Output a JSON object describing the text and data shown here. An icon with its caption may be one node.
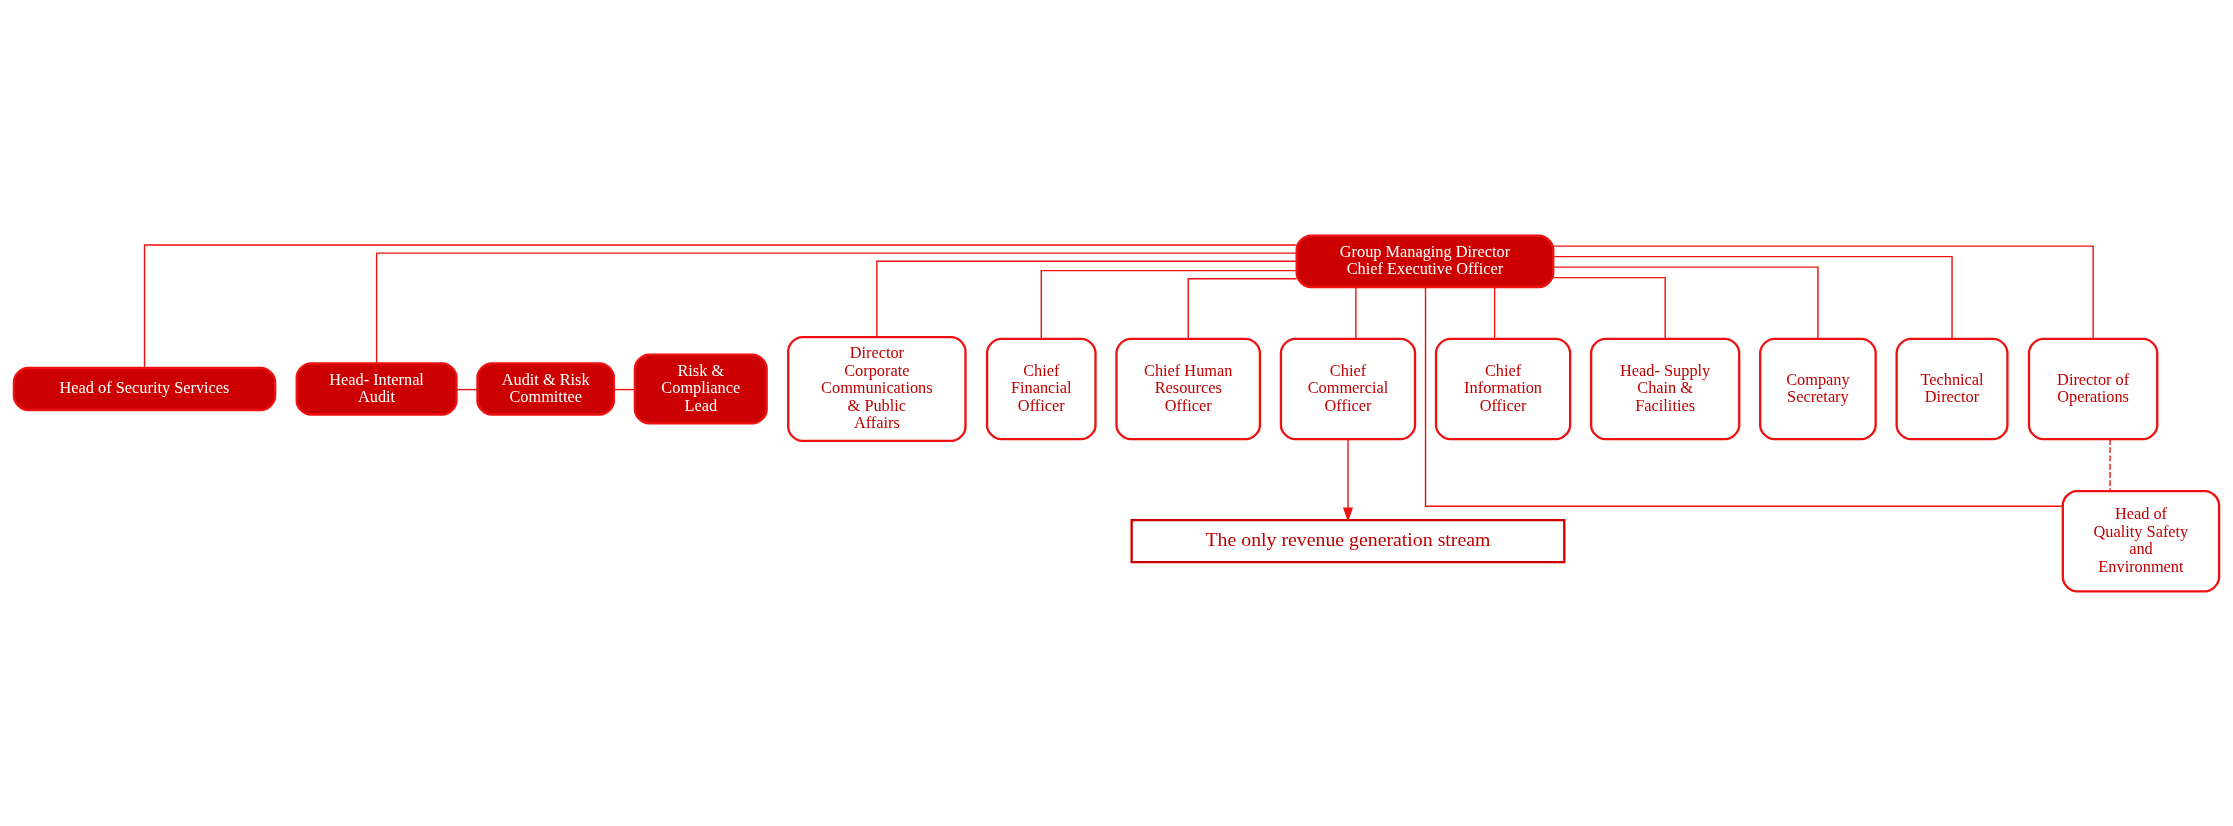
{
  "diagram": {
    "nodes": [
      {
        "text": [
          "Group Managing Director",
          "Chief Executive Officer"
        ]
      },
      {
        "text": [
          "Head of Security Services"
        ]
      },
      {
        "text": [
          "Head- Internal Audit"
        ]
      },
      {
        "text": [
          "Audit & Risk Committee"
        ]
      },
      {
        "text": [
          "Risk & Compliance Lead"
        ]
      },
      {
        "text": [
          "Director Corporate Communications & Public Affairs"
        ]
      },
      {
        "text": [
          "Chief Financial Officer"
        ]
      },
      {
        "text": [
          "Chief Human Resources Officer"
        ]
      },
      {
        "text": [
          "Chief Commercial Officer"
        ]
      },
      {
        "text": [
          "Chief Information Officer"
        ]
      },
      {
        "text": [
          "Head- Supply Chain & Facilities"
        ]
      },
      {
        "text": [
          "Company Secretary"
        ]
      },
      {
        "text": [
          "Technical Director"
        ]
      },
      {
        "text": [
          "Director of Operations"
        ]
      },
      {
        "text": [
          "The only revenue generation stream"
        ]
      },
      {
        "text": [
          "Head of Quality Safety and Environment"
        ]
      }
    ],
    "edges": [
      {
        "from": 0,
        "to": 1,
        "arrow": "none"
      },
      {
        "from": 0,
        "to": 2,
        "arrow": "none"
      },
      {
        "from": 2,
        "to": 3,
        "arrow": "none"
      },
      {
        "from": 3,
        "to": 4,
        "arrow": "none"
      },
      {
        "from": 0,
        "to": 5,
        "arrow": "none"
      },
      {
        "from": 0,
        "to": 6,
        "arrow": "none"
      },
      {
        "from": 0,
        "to": 7,
        "arrow": "none"
      },
      {
        "from": 0,
        "to": 8,
        "arrow": "none"
      },
      {
        "from": 0,
        "to": 9,
        "arrow": "none"
      },
      {
        "from": 0,
        "to": 10,
        "arrow": "none"
      },
      {
        "from": 0,
        "to": 11,
        "arrow": "none"
      },
      {
        "from": 0,
        "to": 12,
        "arrow": "none"
      },
      {
        "from": 0,
        "to": 13,
        "arrow": "none"
      },
      {
        "from": 0,
        "to": 15,
        "arrow": "none"
      },
      {
        "from": 8,
        "to": 14,
        "arrow": "to"
      },
      {
        "from": 13,
        "to": 15,
        "arrow": "none",
        "style": "dashed"
      }
    ]
  }
}
